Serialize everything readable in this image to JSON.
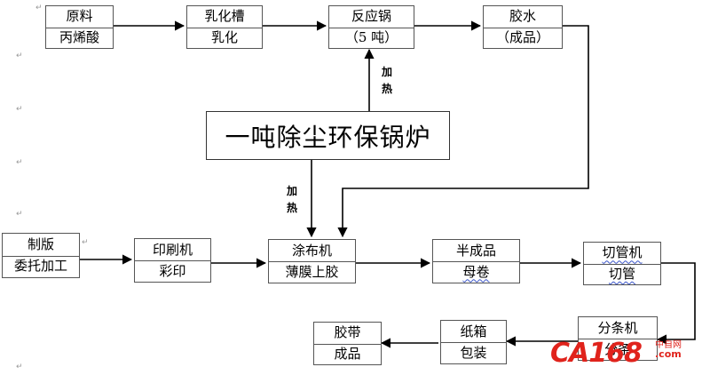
{
  "boxes": {
    "raw_material": {
      "top": "原料",
      "bottom": "丙烯酸"
    },
    "emulsion_tank": {
      "top": "乳化槽",
      "bottom": "乳化"
    },
    "reactor": {
      "top": "反应锅",
      "bottom": "（5 吨）"
    },
    "glue": {
      "top": "胶水",
      "bottom": "（成品）"
    },
    "plate_making": {
      "top": "制版",
      "bottom": "委托加工"
    },
    "printing_machine": {
      "top": "印刷机",
      "bottom": "彩印"
    },
    "coating_machine": {
      "top": "涂布机",
      "bottom": "薄膜上胶"
    },
    "semi_finished": {
      "top": "半成品",
      "bottom": "母卷"
    },
    "tube_cutter": {
      "top": "切管机",
      "bottom": "切管"
    },
    "slitter": {
      "top": "分条机",
      "bottom": "分条"
    },
    "carton": {
      "top": "纸箱",
      "bottom": "包装"
    },
    "tape": {
      "top": "胶带",
      "bottom": "成品"
    }
  },
  "boiler": {
    "label": "一吨除尘环保锅炉"
  },
  "heating_labels": {
    "upper": "加热",
    "lower": "加热"
  },
  "watermark": {
    "logo": "CA168",
    "site": "中自网",
    "domain": ".com"
  }
}
